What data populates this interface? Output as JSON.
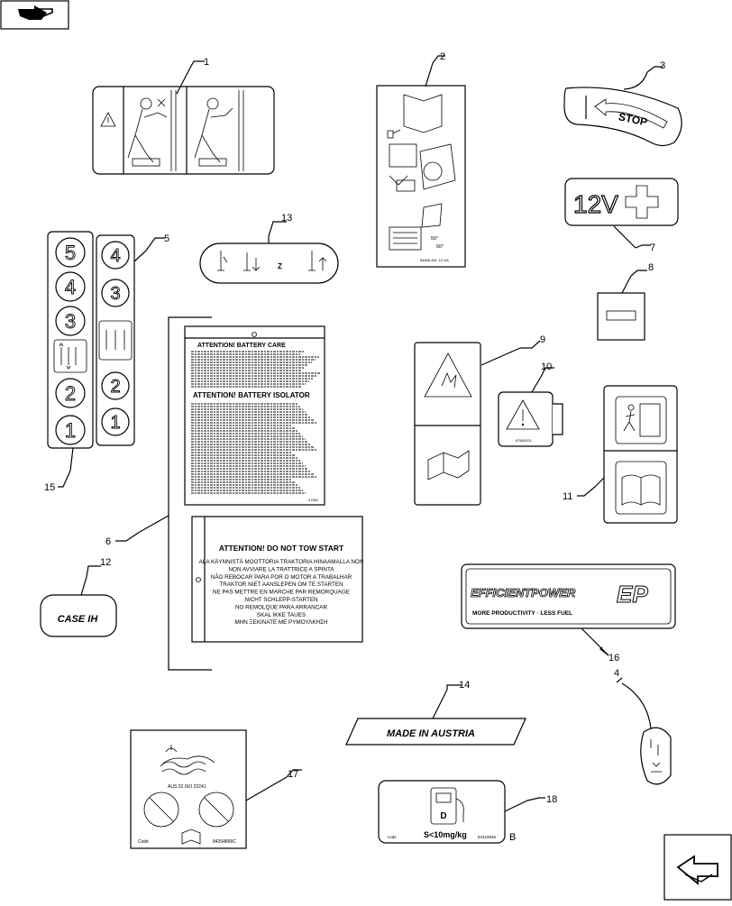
{
  "callouts": [
    "1",
    "2",
    "3",
    "4",
    "5",
    "6",
    "7",
    "8",
    "9",
    "10",
    "11",
    "12",
    "13",
    "14",
    "15",
    "16",
    "17",
    "18"
  ],
  "stop_label": "STOP",
  "label_12v": "12V",
  "label_z": "Z",
  "lever_digits_15": [
    "5",
    "4",
    "3",
    "2",
    "1"
  ],
  "lever_digits_5": [
    "4",
    "3",
    "2",
    "1"
  ],
  "battery_care_title": "ATTENTION! BATTERY CARE",
  "battery_isolator_title": "ATTENTION! BATTERY ISOLATOR",
  "tow_title": "ATTENTION! DO NOT TOW START",
  "tow_lines": [
    "ALA KÄYNNISTÄ MOOTTORIA TRAKTORIA HINAAMALLA NON",
    "NON AVVIARE LA TRATTRICE A SPINTA",
    "NÃO REBOCAR PARA POR O MOTOR A TRABALHAR",
    "TRAKTOR NIET AANSLEPEN OM TE STARTEN",
    "NE PAS METTRE EN MARCHE PAR REMORQUAGE",
    "NICHT SCHLEPP-STARTEN",
    "NO REMOLQUE PARA ARRANCAR",
    "SKAL IKKE TAUES",
    "ΜΗΝ ΞΕΚΙΝΑΤΕ ΜΕ ΡΥΜΟΥΛΚΗΣΗ"
  ],
  "efficientpower": "EFFICIENTPOWER",
  "ep_mark": "EP",
  "ep_tagline": "MORE PRODUCTIVITY · LESS FUEL",
  "made_in": "MADE IN AUSTRIA",
  "case_logo": "CASE IH",
  "adblue_text": "AUS 32  ISO  22241",
  "code_label": "Code",
  "code_17": "84264896C",
  "code_18_label": "code",
  "code_18": "84319936",
  "rev_18": "B",
  "fuel_spec": "S<10mg/kg",
  "temp_top": "50°",
  "temp_bot": "50°",
  "code_2": "84865.461 1/1 AA",
  "code_10": "87654321",
  "code_6": "47961"
}
